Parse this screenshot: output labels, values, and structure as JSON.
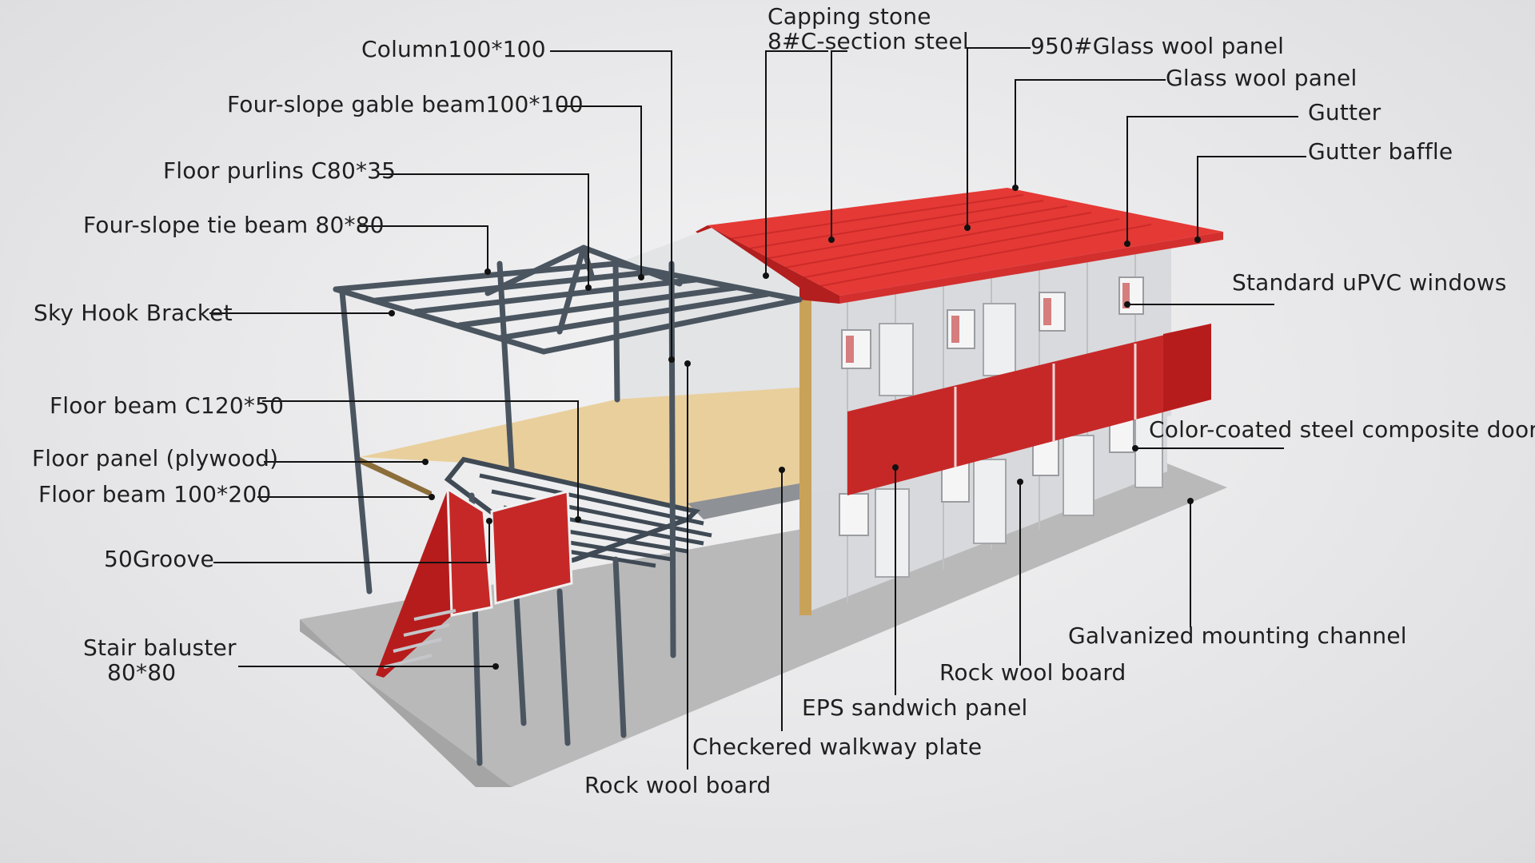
{
  "colors": {
    "roof": "#e53935",
    "panel_red": "#c62828",
    "wall": "#d9dadd",
    "steel": "#4a5560",
    "floor": "#e9cf9c",
    "ground": "#b9b9ba",
    "leader": "#111111"
  },
  "callouts": [
    {
      "id": "column",
      "text": "Column100*100"
    },
    {
      "id": "gable-beam",
      "text": "Four-slope gable beam100*100"
    },
    {
      "id": "floor-purlins",
      "text": "Floor purlins C80*35"
    },
    {
      "id": "tie-beam",
      "text": "Four-slope tie beam 80*80"
    },
    {
      "id": "sky-hook",
      "text": "Sky Hook Bracket"
    },
    {
      "id": "floor-beam-c120",
      "text": "Floor beam C120*50"
    },
    {
      "id": "floor-panel",
      "text": "Floor panel (plywood)"
    },
    {
      "id": "floor-beam-100",
      "text": "Floor beam  100*200"
    },
    {
      "id": "groove",
      "text": "50Groove"
    },
    {
      "id": "stair-baluster-1",
      "text": "Stair baluster"
    },
    {
      "id": "stair-baluster-2",
      "text": "80*80"
    },
    {
      "id": "capping-stone",
      "text": "Capping stone"
    },
    {
      "id": "c-section",
      "text": "8#C-section steel"
    },
    {
      "id": "glass-wool-950",
      "text": "950#Glass wool panel"
    },
    {
      "id": "glass-wool",
      "text": "Glass wool panel"
    },
    {
      "id": "gutter",
      "text": "Gutter"
    },
    {
      "id": "gutter-baffle",
      "text": "Gutter baffle"
    },
    {
      "id": "windows",
      "text": "Standard uPVC windows"
    },
    {
      "id": "door",
      "text": "Color-coated steel composite door"
    },
    {
      "id": "mounting-channel",
      "text": "Galvanized mounting channel"
    },
    {
      "id": "rock-wool-right",
      "text": "Rock wool board"
    },
    {
      "id": "eps-panel",
      "text": "EPS sandwich panel"
    },
    {
      "id": "checkered-plate",
      "text": "Checkered walkway plate"
    },
    {
      "id": "rock-wool-bottom",
      "text": "Rock wool board"
    }
  ]
}
